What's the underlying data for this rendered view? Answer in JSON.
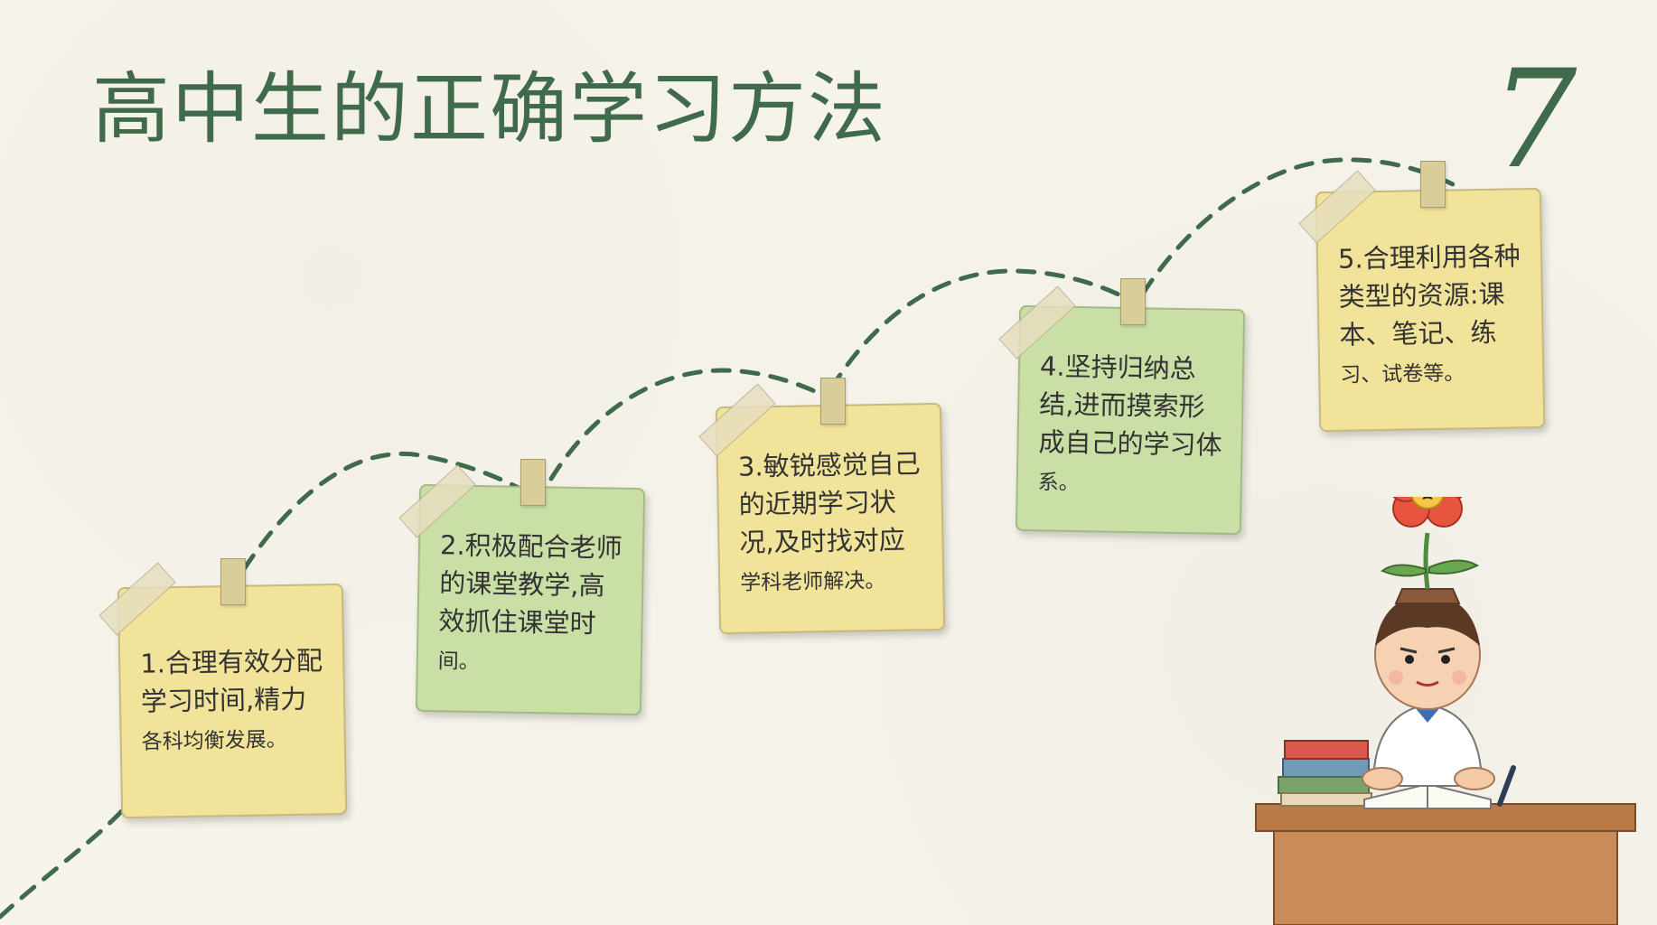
{
  "title": "高中生的正确学习方法",
  "page_number": "7",
  "steps": [
    {
      "main": "1.合理有效分配学习时间,精力",
      "detail": "各科均衡发展。",
      "color": "yellow"
    },
    {
      "main": "2.积极配合老师的课堂教学,高效抓住课堂时",
      "detail": "间。",
      "color": "green"
    },
    {
      "main": "3.敏锐感觉自己的近期学习状况,及时找对应",
      "detail": "学科老师解决。",
      "color": "yellow"
    },
    {
      "main": "4.坚持归纳总结,进而摸索形成自己的学习体",
      "detail": "系。",
      "color": "green"
    },
    {
      "main": "5.合理利用各种类型的资源:课本、笔记、练",
      "detail": "习、试卷等。",
      "color": "yellow"
    }
  ],
  "colors": {
    "accent": "#3f6a4b",
    "yellow_note": "#f1e39a",
    "green_note": "#c9dfa6"
  }
}
